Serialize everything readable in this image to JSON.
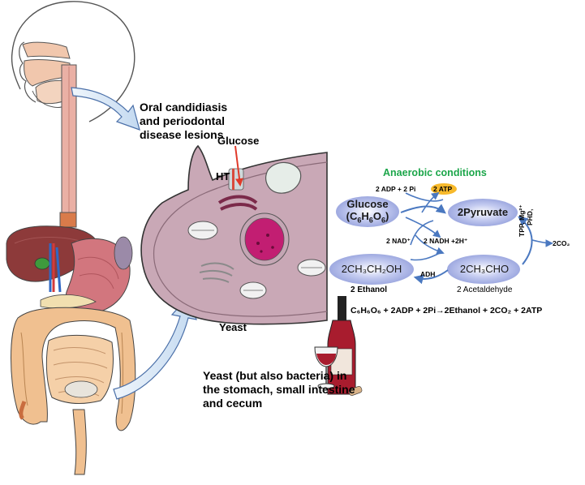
{
  "labels": {
    "oral_line1": "Oral candidiasis",
    "oral_line2": "and periodontal",
    "oral_line3": "disease lesions",
    "yeast_gi_line1": "Yeast (but also bacteria) in",
    "yeast_gi_line2": "the stomach, small intestine",
    "yeast_gi_line3": "and cecum",
    "glucose": "Glucose",
    "ht": "HT",
    "yeast": "Yeast"
  },
  "pathway": {
    "title": "Anaerobic conditions",
    "adp_pi": "2 ADP + 2 Pi",
    "atp": "2 ATP",
    "glucose_name": "Glucose",
    "glucose_formula_c": "(C",
    "glucose_formula_6a": "6",
    "glucose_formula_h": "H",
    "glucose_formula_6b": "6",
    "glucose_formula_o": "O",
    "glucose_formula_6c": "6",
    "glucose_formula_close": ")",
    "pyruvate": "2Pyruvate",
    "nad": "2 NAD⁺",
    "nadh": "2 NADH +2H⁺",
    "pdh": "PHD,",
    "tpp": "TPP, Mg²⁺",
    "co2": "2CO₂",
    "ethanol_formula": "2CH₃CH₂OH",
    "acetaldehyde_formula": "2CH₃CHO",
    "adh": "ADH",
    "ethanol_name": "2 Ethanol",
    "acetaldehyde_name": "2 Acetaldehyde",
    "equation": "C₆H₆O₆ + 2ADP + 2Pi→2Ethanol + 2CO₂ + 2ATP"
  },
  "colors": {
    "oval_fill": "#a9b4e6",
    "arrow_blue": "#4a78c0",
    "callout_blue": "#d8e8f6",
    "title_green": "#1ca64a",
    "atp_yellow": "#f7b92b",
    "cell_fill": "#c9a8b6",
    "skin": "#f1c7ad"
  }
}
